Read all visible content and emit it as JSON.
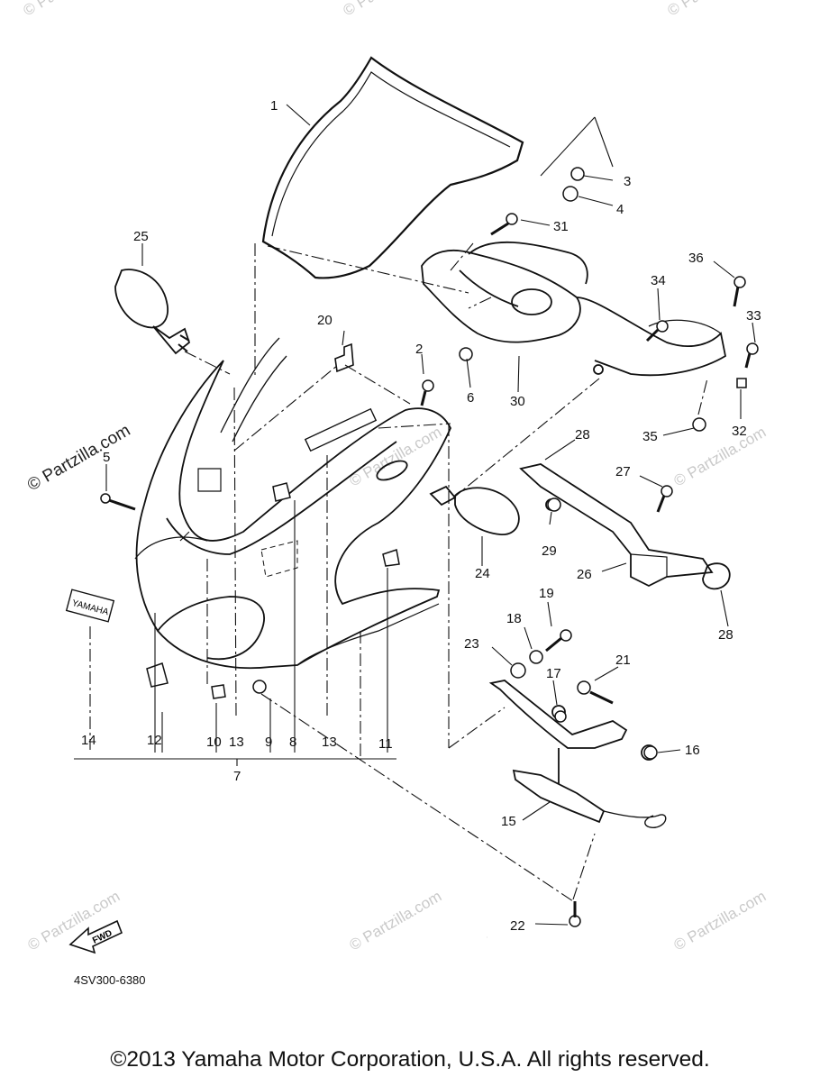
{
  "watermark": "© Partzilla.com",
  "diagram_ref": "4SV300-6380",
  "fwd_label": "FWD",
  "badge_text": "YAMAHA",
  "copyright": "©2013  Yamaha Motor Corporation, U.S.A. All rights reserved.",
  "callouts": {
    "c1": "1",
    "c2": "2",
    "c3": "3",
    "c4": "4",
    "c5": "5",
    "c6": "6",
    "c7": "7",
    "c8": "8",
    "c9": "9",
    "c10": "10",
    "c11": "11",
    "c12": "12",
    "c13a": "13",
    "c13b": "13",
    "c14": "14",
    "c15": "15",
    "c16": "16",
    "c17": "17",
    "c18": "18",
    "c19": "19",
    "c20": "20",
    "c21": "21",
    "c22": "22",
    "c23": "23",
    "c24": "24",
    "c25": "25",
    "c26": "26",
    "c27": "27",
    "c28a": "28",
    "c28b": "28",
    "c29": "29",
    "c30": "30",
    "c31": "31",
    "c32": "32",
    "c33": "33",
    "c34": "34",
    "c35": "35",
    "c36": "36"
  }
}
